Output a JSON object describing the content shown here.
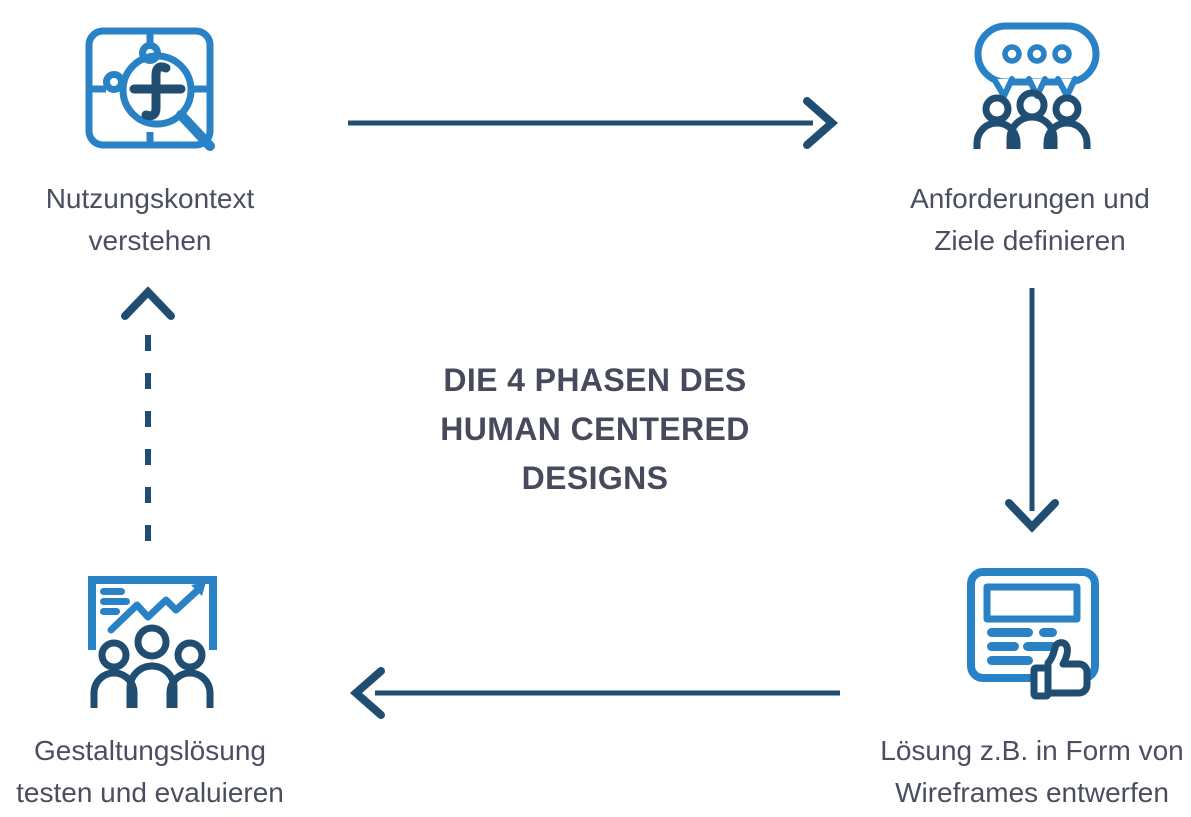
{
  "title": {
    "line1": "DIE 4 PHASEN DES",
    "line2": "HUMAN CENTERED",
    "line3": "DESIGNS"
  },
  "phases": {
    "context": {
      "line1": "Nutzungskontext",
      "line2": "verstehen",
      "icon": "puzzle-magnifier"
    },
    "requirements": {
      "line1": "Anforderungen und",
      "line2": "Ziele definieren",
      "icon": "group-discussion-bubble"
    },
    "design": {
      "line1": "Lösung z.B. in Form von",
      "line2": "Wireframes entwerfen",
      "icon": "wireframe-thumbs-up"
    },
    "evaluate": {
      "line1": "Gestaltungslösung",
      "line2": "testen und evaluieren",
      "icon": "presentation-evaluation"
    }
  },
  "arrows": {
    "top": {
      "from": "context",
      "to": "requirements",
      "style": "solid"
    },
    "right": {
      "from": "requirements",
      "to": "design",
      "style": "solid"
    },
    "bottom": {
      "from": "design",
      "to": "evaluate",
      "style": "solid"
    },
    "left": {
      "from": "evaluate",
      "to": "context",
      "style": "dashed"
    }
  },
  "colors": {
    "icon_blue": "#2a82c6",
    "arrow_navy": "#1f4e72",
    "label_text": "#4b4e60",
    "title_text": "#474a5d",
    "background": "#ffffff"
  }
}
